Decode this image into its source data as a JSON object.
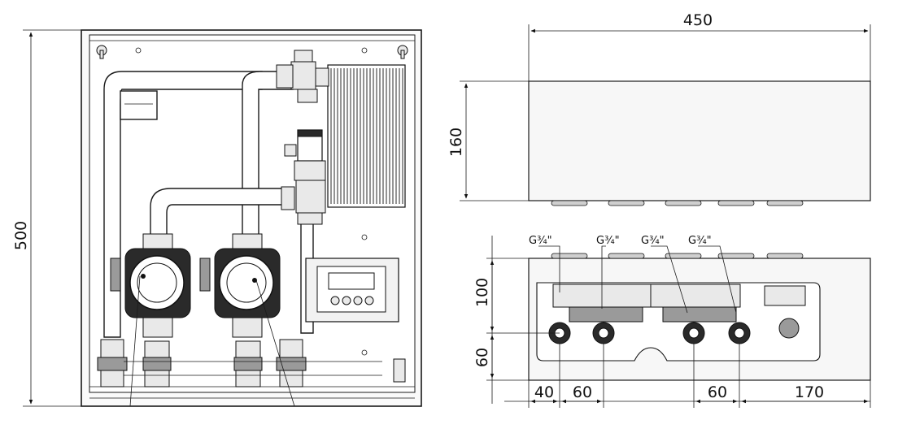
{
  "dimensions": {
    "front_height": "500",
    "top_width": "450",
    "top_depth": "160",
    "bottom_height_upper": "100",
    "bottom_height_lower": "60",
    "bottom_offset_left": "40",
    "bottom_spacing_1": "60",
    "bottom_spacing_2": "60",
    "bottom_offset_right": "170"
  },
  "thread_labels": [
    "G¾\"",
    "G¾\"",
    "G¾\"",
    "G¾\""
  ],
  "controller": {
    "buttons": 4
  }
}
